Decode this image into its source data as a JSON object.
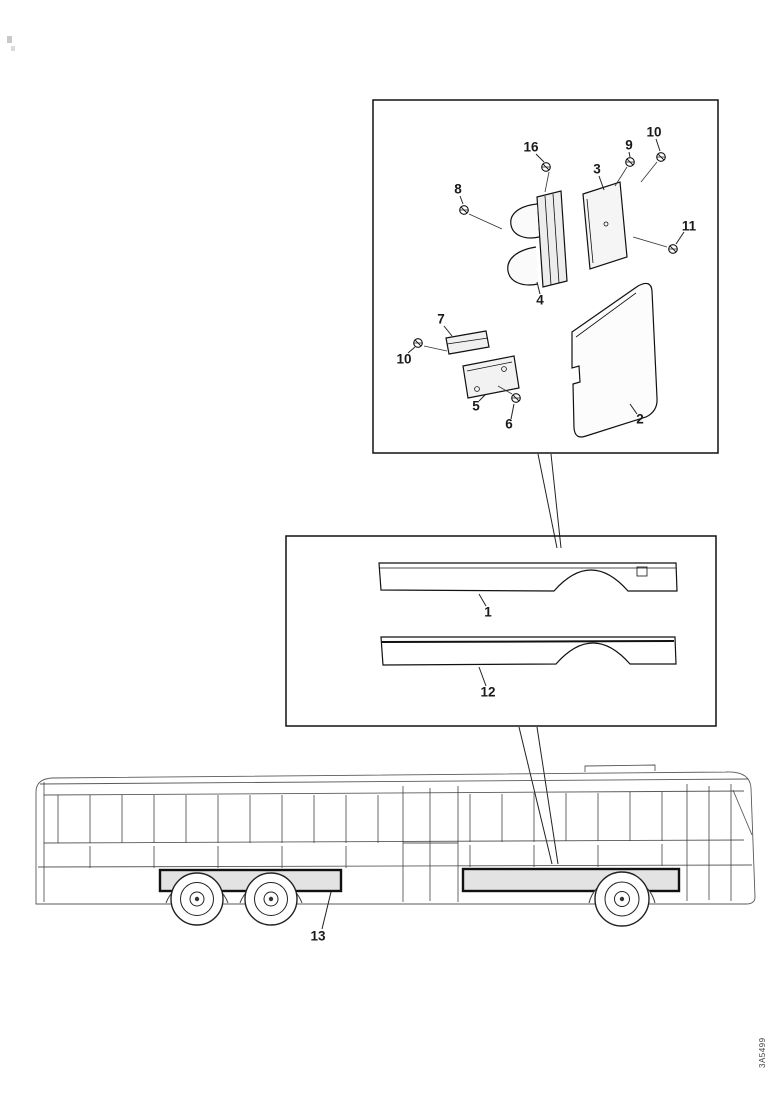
{
  "figure": {
    "code": "3A5499"
  },
  "callouts": {
    "detail_box": [
      {
        "label": "16"
      },
      {
        "label": "9"
      },
      {
        "label": "10"
      },
      {
        "label": "3"
      },
      {
        "label": "8"
      },
      {
        "label": "11"
      },
      {
        "label": "4"
      },
      {
        "label": "7"
      },
      {
        "label": "10"
      },
      {
        "label": "5"
      },
      {
        "label": "6"
      },
      {
        "label": "2"
      }
    ],
    "panel_box": [
      {
        "label": "1"
      },
      {
        "label": "12"
      }
    ],
    "bus": [
      {
        "label": "13"
      }
    ]
  }
}
